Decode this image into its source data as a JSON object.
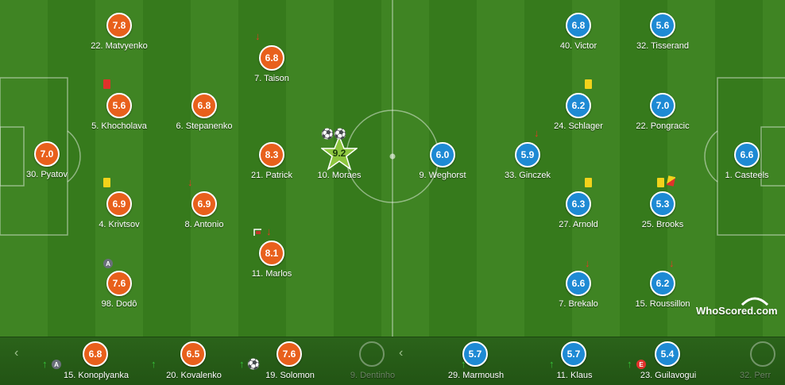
{
  "home": {
    "players": [
      {
        "num_name": "22. Matvyenko",
        "rating": "7.8"
      },
      {
        "num_name": "5. Khocholava",
        "rating": "5.6"
      },
      {
        "num_name": "6. Stepanenko",
        "rating": "6.8"
      },
      {
        "num_name": "7. Taison",
        "rating": "6.8"
      },
      {
        "num_name": "30. Pyatov",
        "rating": "7.0"
      },
      {
        "num_name": "21. Patrick",
        "rating": "8.3"
      },
      {
        "num_name": "10. Moraes",
        "rating": "9.2"
      },
      {
        "num_name": "4. Krivtsov",
        "rating": "6.9"
      },
      {
        "num_name": "8. Antonio",
        "rating": "6.9"
      },
      {
        "num_name": "11. Marlos",
        "rating": "8.1"
      },
      {
        "num_name": "98. Dodô",
        "rating": "7.6"
      }
    ]
  },
  "away": {
    "players": [
      {
        "num_name": "40. Victor",
        "rating": "6.8"
      },
      {
        "num_name": "32. Tisserand",
        "rating": "5.6"
      },
      {
        "num_name": "24. Schlager",
        "rating": "6.2"
      },
      {
        "num_name": "22. Pongracic",
        "rating": "7.0"
      },
      {
        "num_name": "9. Weghorst",
        "rating": "6.0"
      },
      {
        "num_name": "33. Ginczek",
        "rating": "5.9"
      },
      {
        "num_name": "1. Casteels",
        "rating": "6.6"
      },
      {
        "num_name": "27. Arnold",
        "rating": "6.3"
      },
      {
        "num_name": "25. Brooks",
        "rating": "5.3"
      },
      {
        "num_name": "7. Brekalo",
        "rating": "6.6"
      },
      {
        "num_name": "15. Roussillon",
        "rating": "6.2"
      }
    ]
  },
  "bench": {
    "home": [
      {
        "num_name": "15. Konoplyanka",
        "rating": "6.8"
      },
      {
        "num_name": "20. Kovalenko",
        "rating": "6.5"
      },
      {
        "num_name": "19. Solomon",
        "rating": "7.6"
      },
      {
        "num_name": "9. Dentinho",
        "rating": ""
      }
    ],
    "away": [
      {
        "num_name": "29. Marmoush",
        "rating": "5.7"
      },
      {
        "num_name": "11. Klaus",
        "rating": "5.7"
      },
      {
        "num_name": "23. Guilavogui",
        "rating": "5.4"
      },
      {
        "num_name": "32. Perr",
        "rating": ""
      }
    ]
  },
  "badges": {
    "captain": "A",
    "error": "E"
  },
  "nav": {
    "prev": "‹",
    "next": "›"
  },
  "logo": "WhoScored.com",
  "colors": {
    "home": "#e8601c",
    "away": "#1e8ad4",
    "motm": "#8dc63f",
    "yellow_card": "#f2d21b",
    "red_card": "#e0322b"
  }
}
